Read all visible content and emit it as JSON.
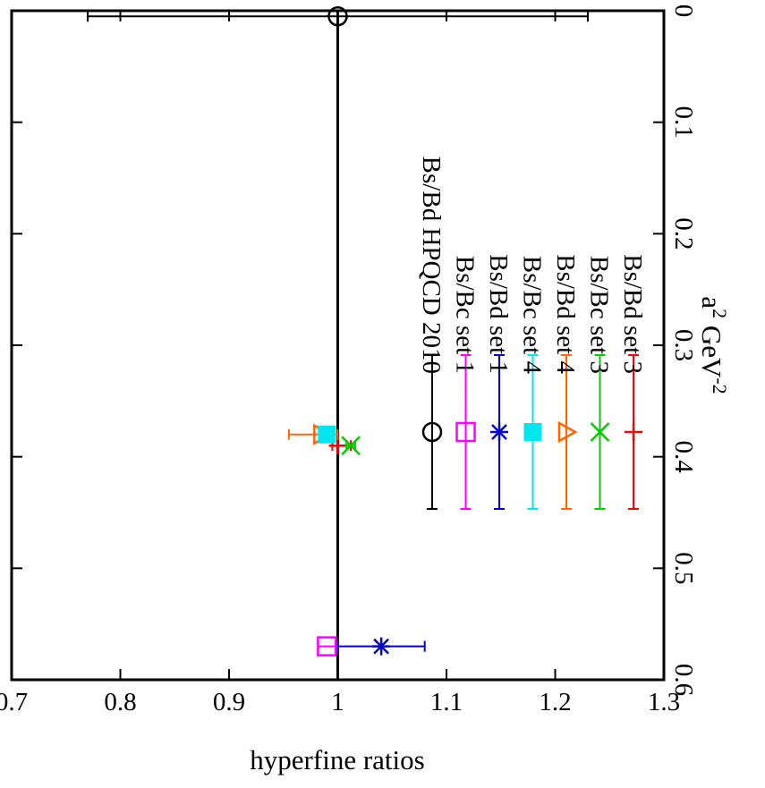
{
  "chart_data": {
    "type": "scatter",
    "orientation": "rotated-90-clockwise",
    "title": "",
    "xlabel": "a",
    "xlabel_sup1": "2",
    "xlabel_mid": " GeV",
    "xlabel_sup2": "-2",
    "ylabel": "hyperfine ratios",
    "xlim": [
      0,
      0.6
    ],
    "ylim": [
      0.7,
      1.3
    ],
    "xticks": [
      "0",
      "0.1",
      "0.2",
      "0.3",
      "0.4",
      "0.5",
      "0.6"
    ],
    "yticks": [
      "0.7",
      "0.8",
      "0.9",
      "1",
      "1.1",
      "1.2",
      "1.3"
    ],
    "reference_line_y": 1,
    "legend_position": "upper-left",
    "series": [
      {
        "name": "Bs/Bd set 3",
        "color": "#ff0000",
        "marker": "plus",
        "points": [
          {
            "x": 0.39,
            "y": 1.0,
            "ylo": 0.995,
            "yhi": 1.012
          }
        ]
      },
      {
        "name": "Bs/Bc set 3",
        "color": "#00cc00",
        "marker": "cross",
        "points": [
          {
            "x": 0.39,
            "y": 1.012,
            "ylo": 1.008,
            "yhi": 1.016
          }
        ]
      },
      {
        "name": "Bs/Bd set 4",
        "color": "#ff6600",
        "marker": "triangle-open",
        "points": [
          {
            "x": 0.38,
            "y": 0.985,
            "ylo": 0.955,
            "yhi": 1.0
          }
        ]
      },
      {
        "name": "Bs/Bc set 4",
        "color": "#00e5ee",
        "marker": "square-filled",
        "points": [
          {
            "x": 0.38,
            "y": 0.99,
            "ylo": 0.986,
            "yhi": 0.994
          }
        ]
      },
      {
        "name": "Bs/Bd set 1",
        "color": "#0000cc",
        "marker": "star",
        "points": [
          {
            "x": 0.57,
            "y": 1.04,
            "ylo": 1.0,
            "yhi": 1.08
          }
        ]
      },
      {
        "name": "Bs/Bc set 1",
        "color": "#ff00ff",
        "marker": "square-open",
        "points": [
          {
            "x": 0.57,
            "y": 0.99,
            "ylo": 0.982,
            "yhi": 0.998
          }
        ]
      },
      {
        "name": "Bs/Bd HPQCD 2010",
        "color": "#000000",
        "marker": "circle-open",
        "points": [
          {
            "x": 0.005,
            "y": 1.0,
            "ylo": 0.77,
            "yhi": 1.23
          }
        ]
      }
    ]
  }
}
